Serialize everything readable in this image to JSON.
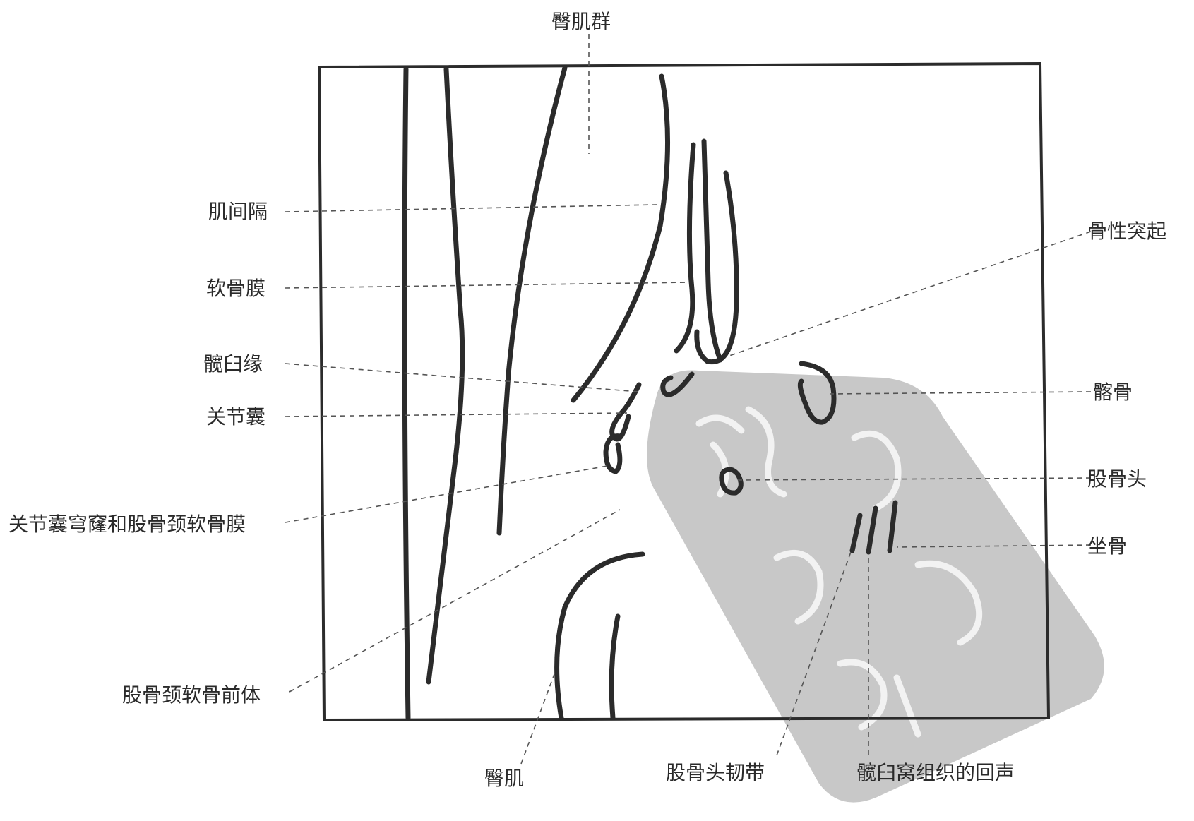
{
  "labels": {
    "gluteal_muscle_group": "臀肌群",
    "intermuscular_septum": "肌间隔",
    "cartilage_membrane": "软骨膜",
    "acetabular_rim": "髋臼缘",
    "joint_capsule": "关节囊",
    "capsule_recess": "关节囊穹窿和股骨颈软骨膜",
    "femoral_neck_precursor": "股骨颈软骨前体",
    "gluteal_muscle": "臀肌",
    "ligamentum_teres": "股骨头韧带",
    "acetabular_fossa_echo": "髋臼窝组织的回声",
    "bony_prominence": "骨性突起",
    "ilium": "髂骨",
    "femoral_head": "股骨头",
    "ischium": "坐骨"
  },
  "colors": {
    "line": "#2b2b2b",
    "leader": "#555555",
    "seal": "#c8c8c8"
  },
  "seal_icon": "seal-stamp-icon"
}
